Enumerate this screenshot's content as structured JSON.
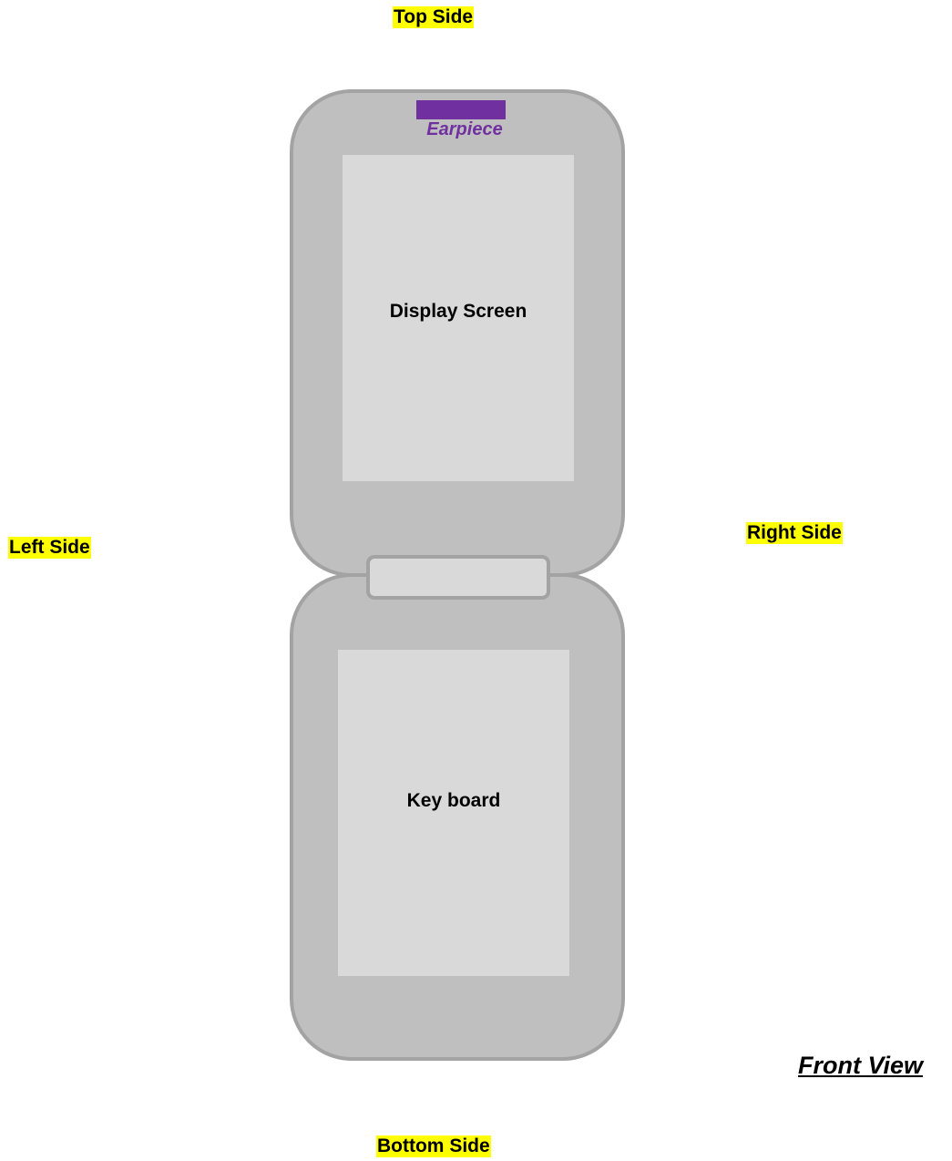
{
  "labels": {
    "top": "Top Side",
    "left": "Left Side",
    "right": "Right Side",
    "bottom": "Bottom Side"
  },
  "phone": {
    "earpiece": "Earpiece",
    "display": "Display Screen",
    "keyboard": "Key board"
  },
  "view_title": "Front View",
  "colors": {
    "highlight": "#ffff00",
    "body": "#bfbfbf",
    "outline": "#a3a3a3",
    "panel": "#d9d9d9",
    "earpiece": "#7030a0"
  }
}
